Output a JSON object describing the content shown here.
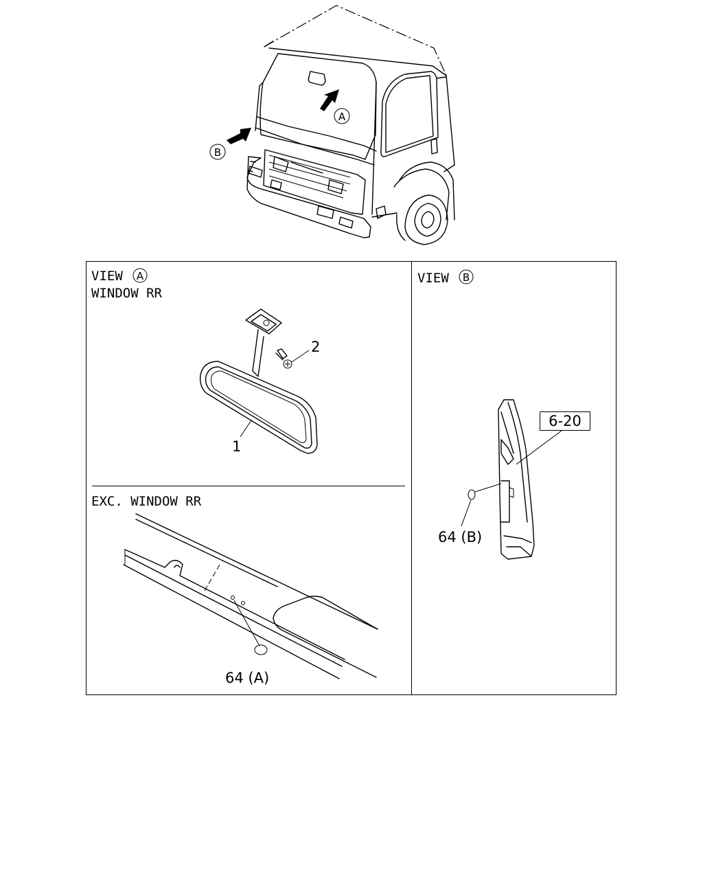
{
  "markers": {
    "a": "A",
    "b": "B"
  },
  "view_a": {
    "heading": "VIEW",
    "subtitle": "WINDOW RR",
    "callouts": {
      "mirror": "1",
      "screw": "2"
    },
    "exc_subtitle": "EXC. WINDOW RR",
    "exc_callout": "64 (A)"
  },
  "view_b": {
    "heading": "VIEW",
    "ref_box": "6-20",
    "callout": "64 (B)"
  }
}
